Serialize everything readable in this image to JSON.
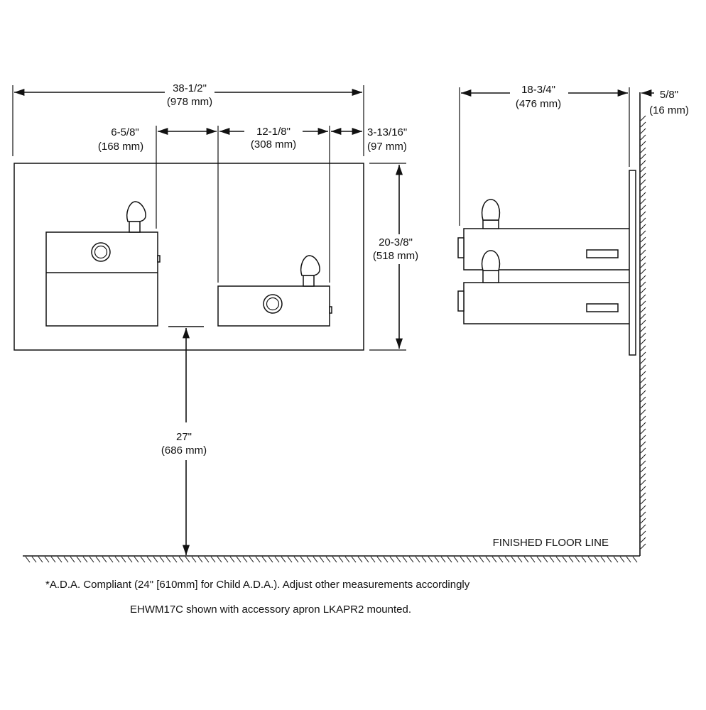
{
  "dimensions": {
    "overall_width": {
      "imperial": "38-1/2\"",
      "metric": "(978 mm)"
    },
    "left_offset": {
      "imperial": "6-5/8\"",
      "metric": "(168 mm)"
    },
    "center_span": {
      "imperial": "12-1/8\"",
      "metric": "(308 mm)"
    },
    "right_offset": {
      "imperial": "3-13/16\"",
      "metric": "(97 mm)"
    },
    "overall_height": {
      "imperial": "20-3/8\"",
      "metric": "(518 mm)"
    },
    "floor_height": {
      "imperial": "27\"",
      "metric": "(686 mm)"
    },
    "side_depth": {
      "imperial": "18-3/4\"",
      "metric": "(476 mm)"
    },
    "wall_offset": {
      "imperial": "5/8\"",
      "metric": "(16 mm)"
    }
  },
  "labels": {
    "floor_line": "FINISHED FLOOR LINE"
  },
  "notes": {
    "ada": "*A.D.A. Compliant (24\" [610mm] for Child A.D.A.). Adjust other measurements accordingly",
    "model": "EHWM17C shown with accessory apron LKAPR2 mounted."
  }
}
